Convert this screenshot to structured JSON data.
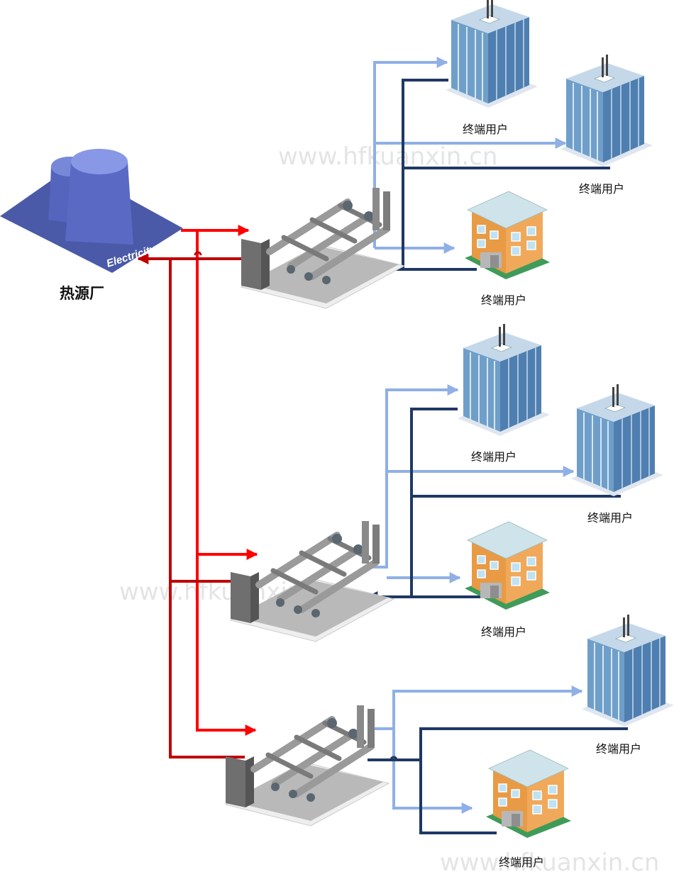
{
  "source_label": "热源厂",
  "source_badge": "Electricity",
  "watermark": "www.hfkuanxin.cn",
  "user_label": "终端用户",
  "colors": {
    "supply_red": "#ff0000",
    "return_red": "#c00000",
    "supply_blue": "#8fb0e6",
    "return_blue": "#1f3864"
  }
}
